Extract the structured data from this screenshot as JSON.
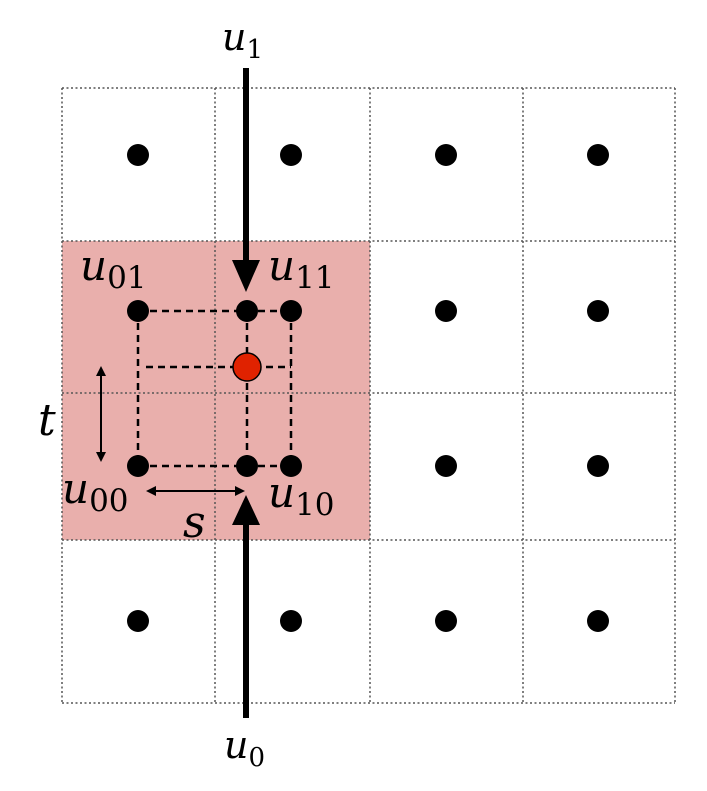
{
  "labels": {
    "u1": {
      "base": "u",
      "sub": "1"
    },
    "u0": {
      "base": "u",
      "sub": "0"
    },
    "u01": {
      "base": "u",
      "sub": "01"
    },
    "u11": {
      "base": "u",
      "sub": "11"
    },
    "u00": {
      "base": "u",
      "sub": "00"
    },
    "u10": {
      "base": "u",
      "sub": "10"
    },
    "t": "t",
    "s": "s"
  },
  "colors": {
    "highlight": "#e9afac",
    "sample_point": "#e02200",
    "grid": "#555555"
  }
}
